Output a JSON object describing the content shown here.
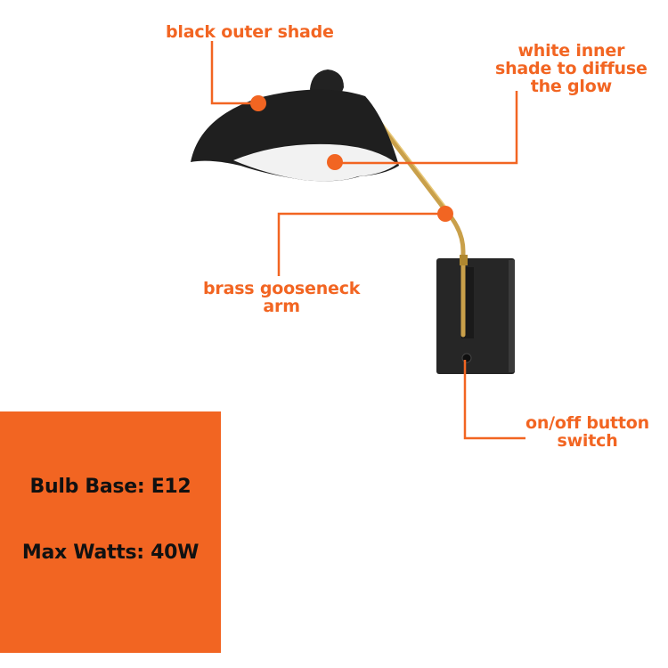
{
  "colors": {
    "accent": "#f26522",
    "shade_black": "#1f1f1f",
    "inner_white": "#f2f2f2",
    "brass": "#c9a04a",
    "spec_text": "#111111"
  },
  "callouts": {
    "outer_shade": {
      "lines": [
        "black outer shade"
      ]
    },
    "inner_shade": {
      "lines": [
        "white inner",
        "shade to diffuse",
        "the glow"
      ]
    },
    "arm": {
      "lines": [
        "brass gooseneck",
        "arm"
      ]
    },
    "switch": {
      "lines": [
        "on/off button",
        "switch"
      ]
    }
  },
  "specs": {
    "bulb_base": "Bulb Base: E12",
    "max_watts": "Max Watts: 40W"
  }
}
